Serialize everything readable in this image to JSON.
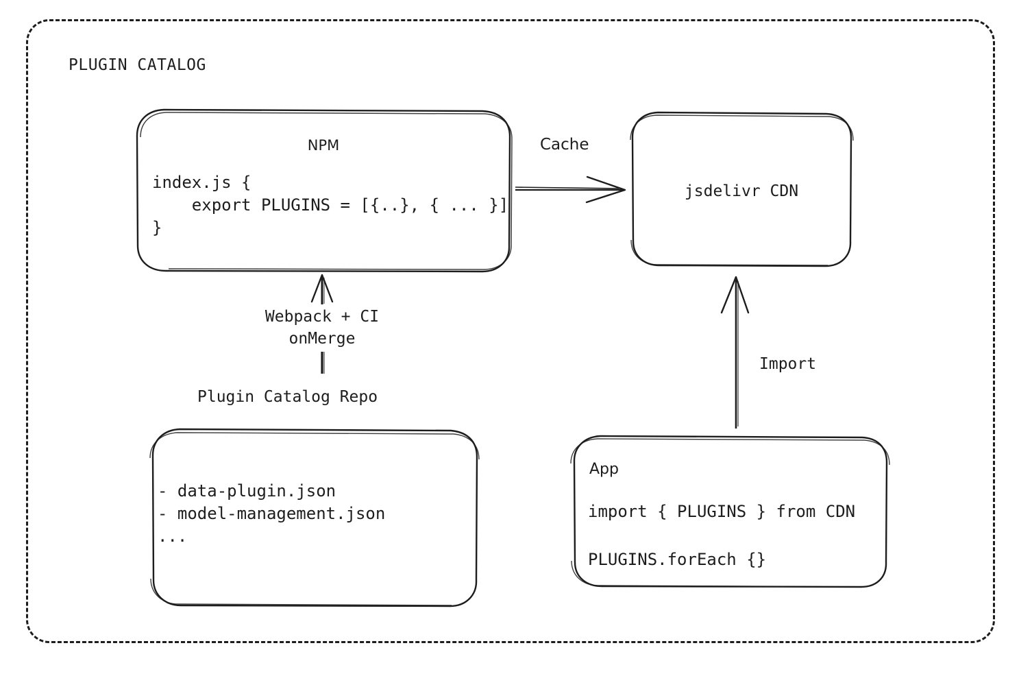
{
  "diagram": {
    "title": "PLUGIN CATALOG",
    "nodes": {
      "npm": {
        "title": "NPM",
        "code": "index.js {\n    export PLUGINS = [{..}, { ... }]\n}"
      },
      "cdn": {
        "title": "jsdelivr CDN"
      },
      "repo": {
        "caption": "Plugin Catalog Repo",
        "code": "- data-plugin.json\n- model-management.json\n..."
      },
      "app": {
        "title": "App",
        "code_line_1": "import { PLUGINS } from CDN",
        "code_line_2": "PLUGINS.forEach {}"
      }
    },
    "edges": {
      "cache": "Cache",
      "webpack": "Webpack + CI\nonMerge",
      "import": "Import"
    },
    "colors": {
      "ink": "#1d1d1d",
      "background": "#ffffff"
    }
  }
}
